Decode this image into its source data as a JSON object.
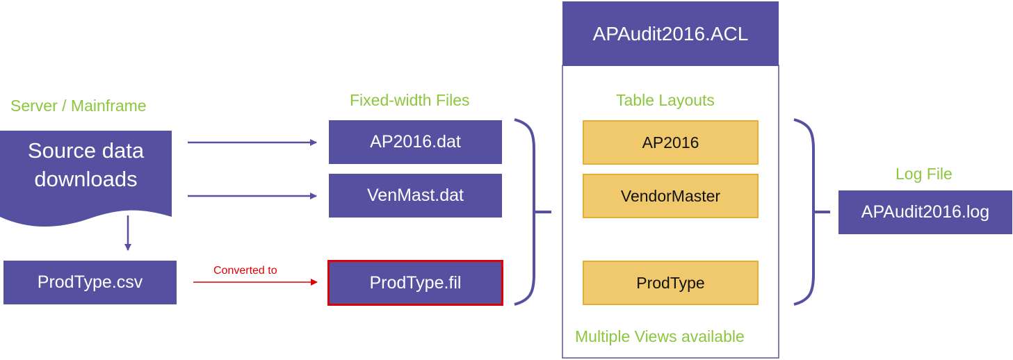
{
  "source": {
    "label": "Server / Mainframe",
    "doc_line1": "Source data",
    "doc_line2": "downloads",
    "csv_file": "ProdType.csv"
  },
  "convert_label": "Converted to",
  "fixed_width": {
    "label": "Fixed-width Files",
    "files": [
      "AP2016.dat",
      "VenMast.dat",
      "ProdType.fil"
    ]
  },
  "project": {
    "title": "APAudit2016.ACL",
    "layouts_label": "Table Layouts",
    "layouts": [
      "AP2016",
      "VendorMaster",
      "ProdType"
    ],
    "views_note": "Multiple Views available"
  },
  "log": {
    "label": "Log File",
    "file": "APAudit2016.log"
  },
  "colors": {
    "box": "#5650a0",
    "label_green": "#8cc63f",
    "layout_fill": "#f1c96d",
    "highlight": "#e00000"
  }
}
